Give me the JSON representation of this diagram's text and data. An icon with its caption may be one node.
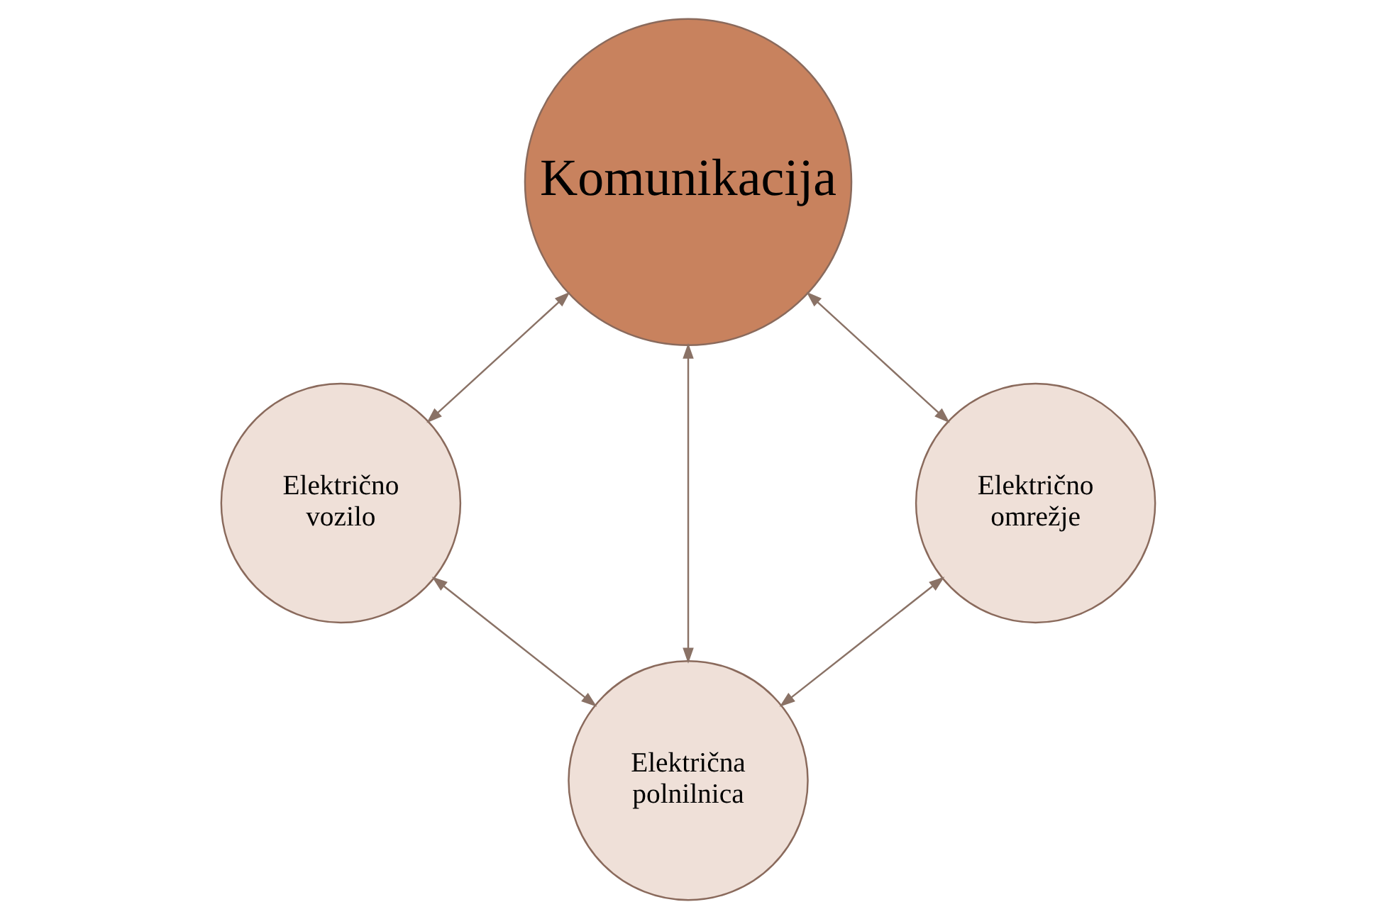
{
  "diagram": {
    "nodes": [
      {
        "text": [
          "Komunikacija"
        ]
      },
      {
        "text": [
          "Električno omrežje"
        ]
      },
      {
        "text": [
          "Električno vozilo"
        ]
      },
      {
        "text": [
          "Električna polnilnica"
        ]
      }
    ],
    "edges": [
      {
        "from": 1,
        "to": 0,
        "arrow": "both"
      },
      {
        "from": 0,
        "to": 2,
        "arrow": "both"
      },
      {
        "from": 0,
        "to": 3,
        "arrow": "both"
      },
      {
        "from": 1,
        "to": 3,
        "arrow": "both"
      },
      {
        "from": 3,
        "to": 2,
        "arrow": "both"
      }
    ]
  }
}
